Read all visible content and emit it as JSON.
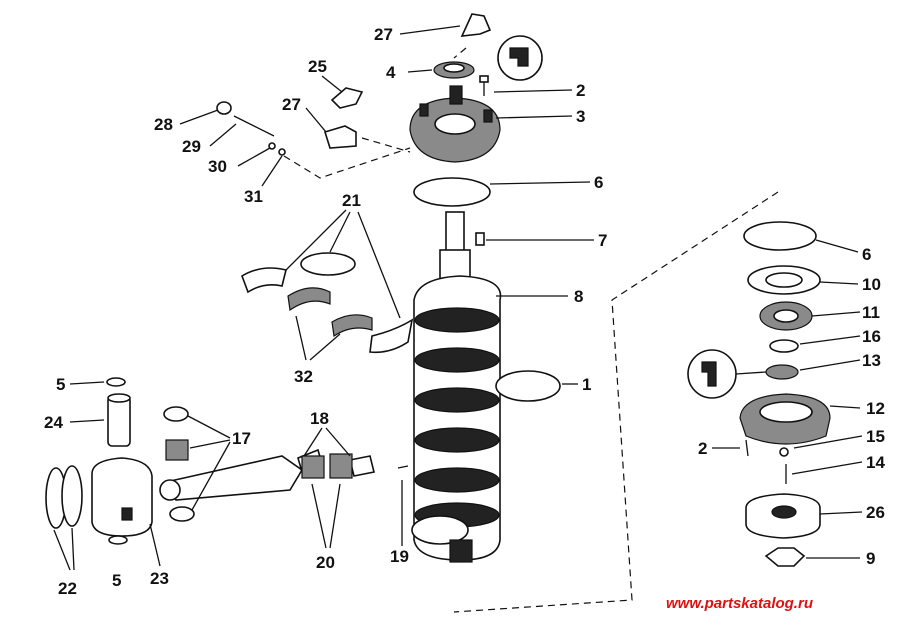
{
  "callouts": {
    "c27a": "27",
    "c4a": "4",
    "c25": "25",
    "c2a": "2",
    "c27b": "27",
    "c3": "3",
    "c28": "28",
    "c29": "29",
    "c30": "30",
    "c31": "31",
    "c6a": "6",
    "c21": "21",
    "c7": "7",
    "c8": "8",
    "c6b": "6",
    "c10": "10",
    "c11": "11",
    "c16": "16",
    "c13": "13",
    "c32": "32",
    "c1": "1",
    "c5a": "5",
    "c24": "24",
    "c17": "17",
    "c18": "18",
    "c12": "12",
    "c2b": "2",
    "c15": "15",
    "c14": "14",
    "c26": "26",
    "c20": "20",
    "c19": "19",
    "c9": "9",
    "c22": "22",
    "c5b": "5",
    "c23": "23"
  },
  "watermark": "www.partskatalog.ru",
  "colors": {
    "ink": "#111111",
    "watermark": "#dd1111",
    "background": "#ffffff"
  }
}
